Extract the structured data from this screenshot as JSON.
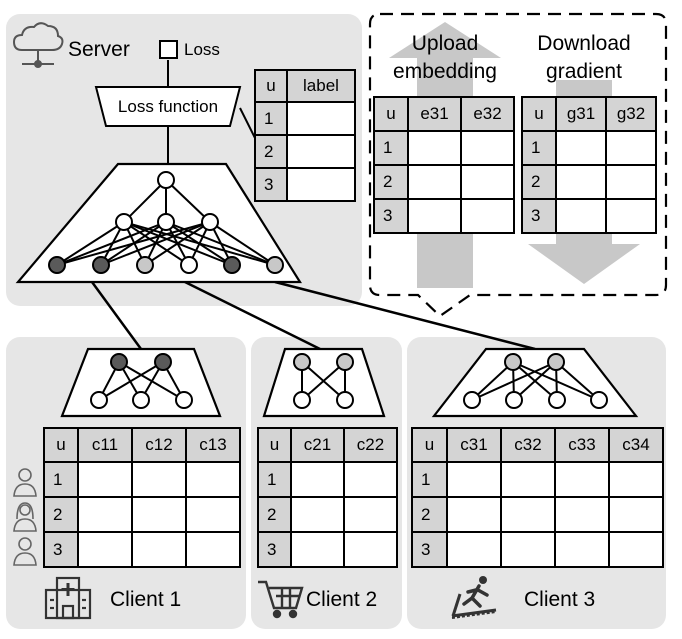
{
  "server": {
    "title": "Server",
    "loss_label": "Loss",
    "loss_function": "Loss function",
    "label_table": {
      "headers": [
        "u",
        "label"
      ],
      "rows": [
        "1",
        "2",
        "3"
      ]
    }
  },
  "upload": {
    "title_line1": "Upload",
    "title_line2": "embedding",
    "table": {
      "headers": [
        "u",
        "e31",
        "e32"
      ],
      "rows": [
        "1",
        "2",
        "3"
      ]
    }
  },
  "download": {
    "title_line1": "Download",
    "title_line2": "gradient",
    "table": {
      "headers": [
        "u",
        "g31",
        "g32"
      ],
      "rows": [
        "1",
        "2",
        "3"
      ]
    }
  },
  "clients": [
    {
      "name": "Client 1",
      "icon": "hospital-icon",
      "headers": [
        "u",
        "c11",
        "c12",
        "c13"
      ],
      "rows": [
        "1",
        "2",
        "3"
      ]
    },
    {
      "name": "Client 2",
      "icon": "shopping-cart-icon",
      "headers": [
        "u",
        "c21",
        "c22"
      ],
      "rows": [
        "1",
        "2",
        "3"
      ]
    },
    {
      "name": "Client 3",
      "icon": "treadmill-icon",
      "headers": [
        "u",
        "c31",
        "c32",
        "c33",
        "c34"
      ],
      "rows": [
        "1",
        "2",
        "3"
      ]
    }
  ],
  "colors": {
    "panel": "#e6e6e6",
    "header": "#d4d4d4",
    "arrow": "#c8c8c8",
    "dark_node": "#5a5a5a",
    "light_node": "#c8c8c8"
  }
}
